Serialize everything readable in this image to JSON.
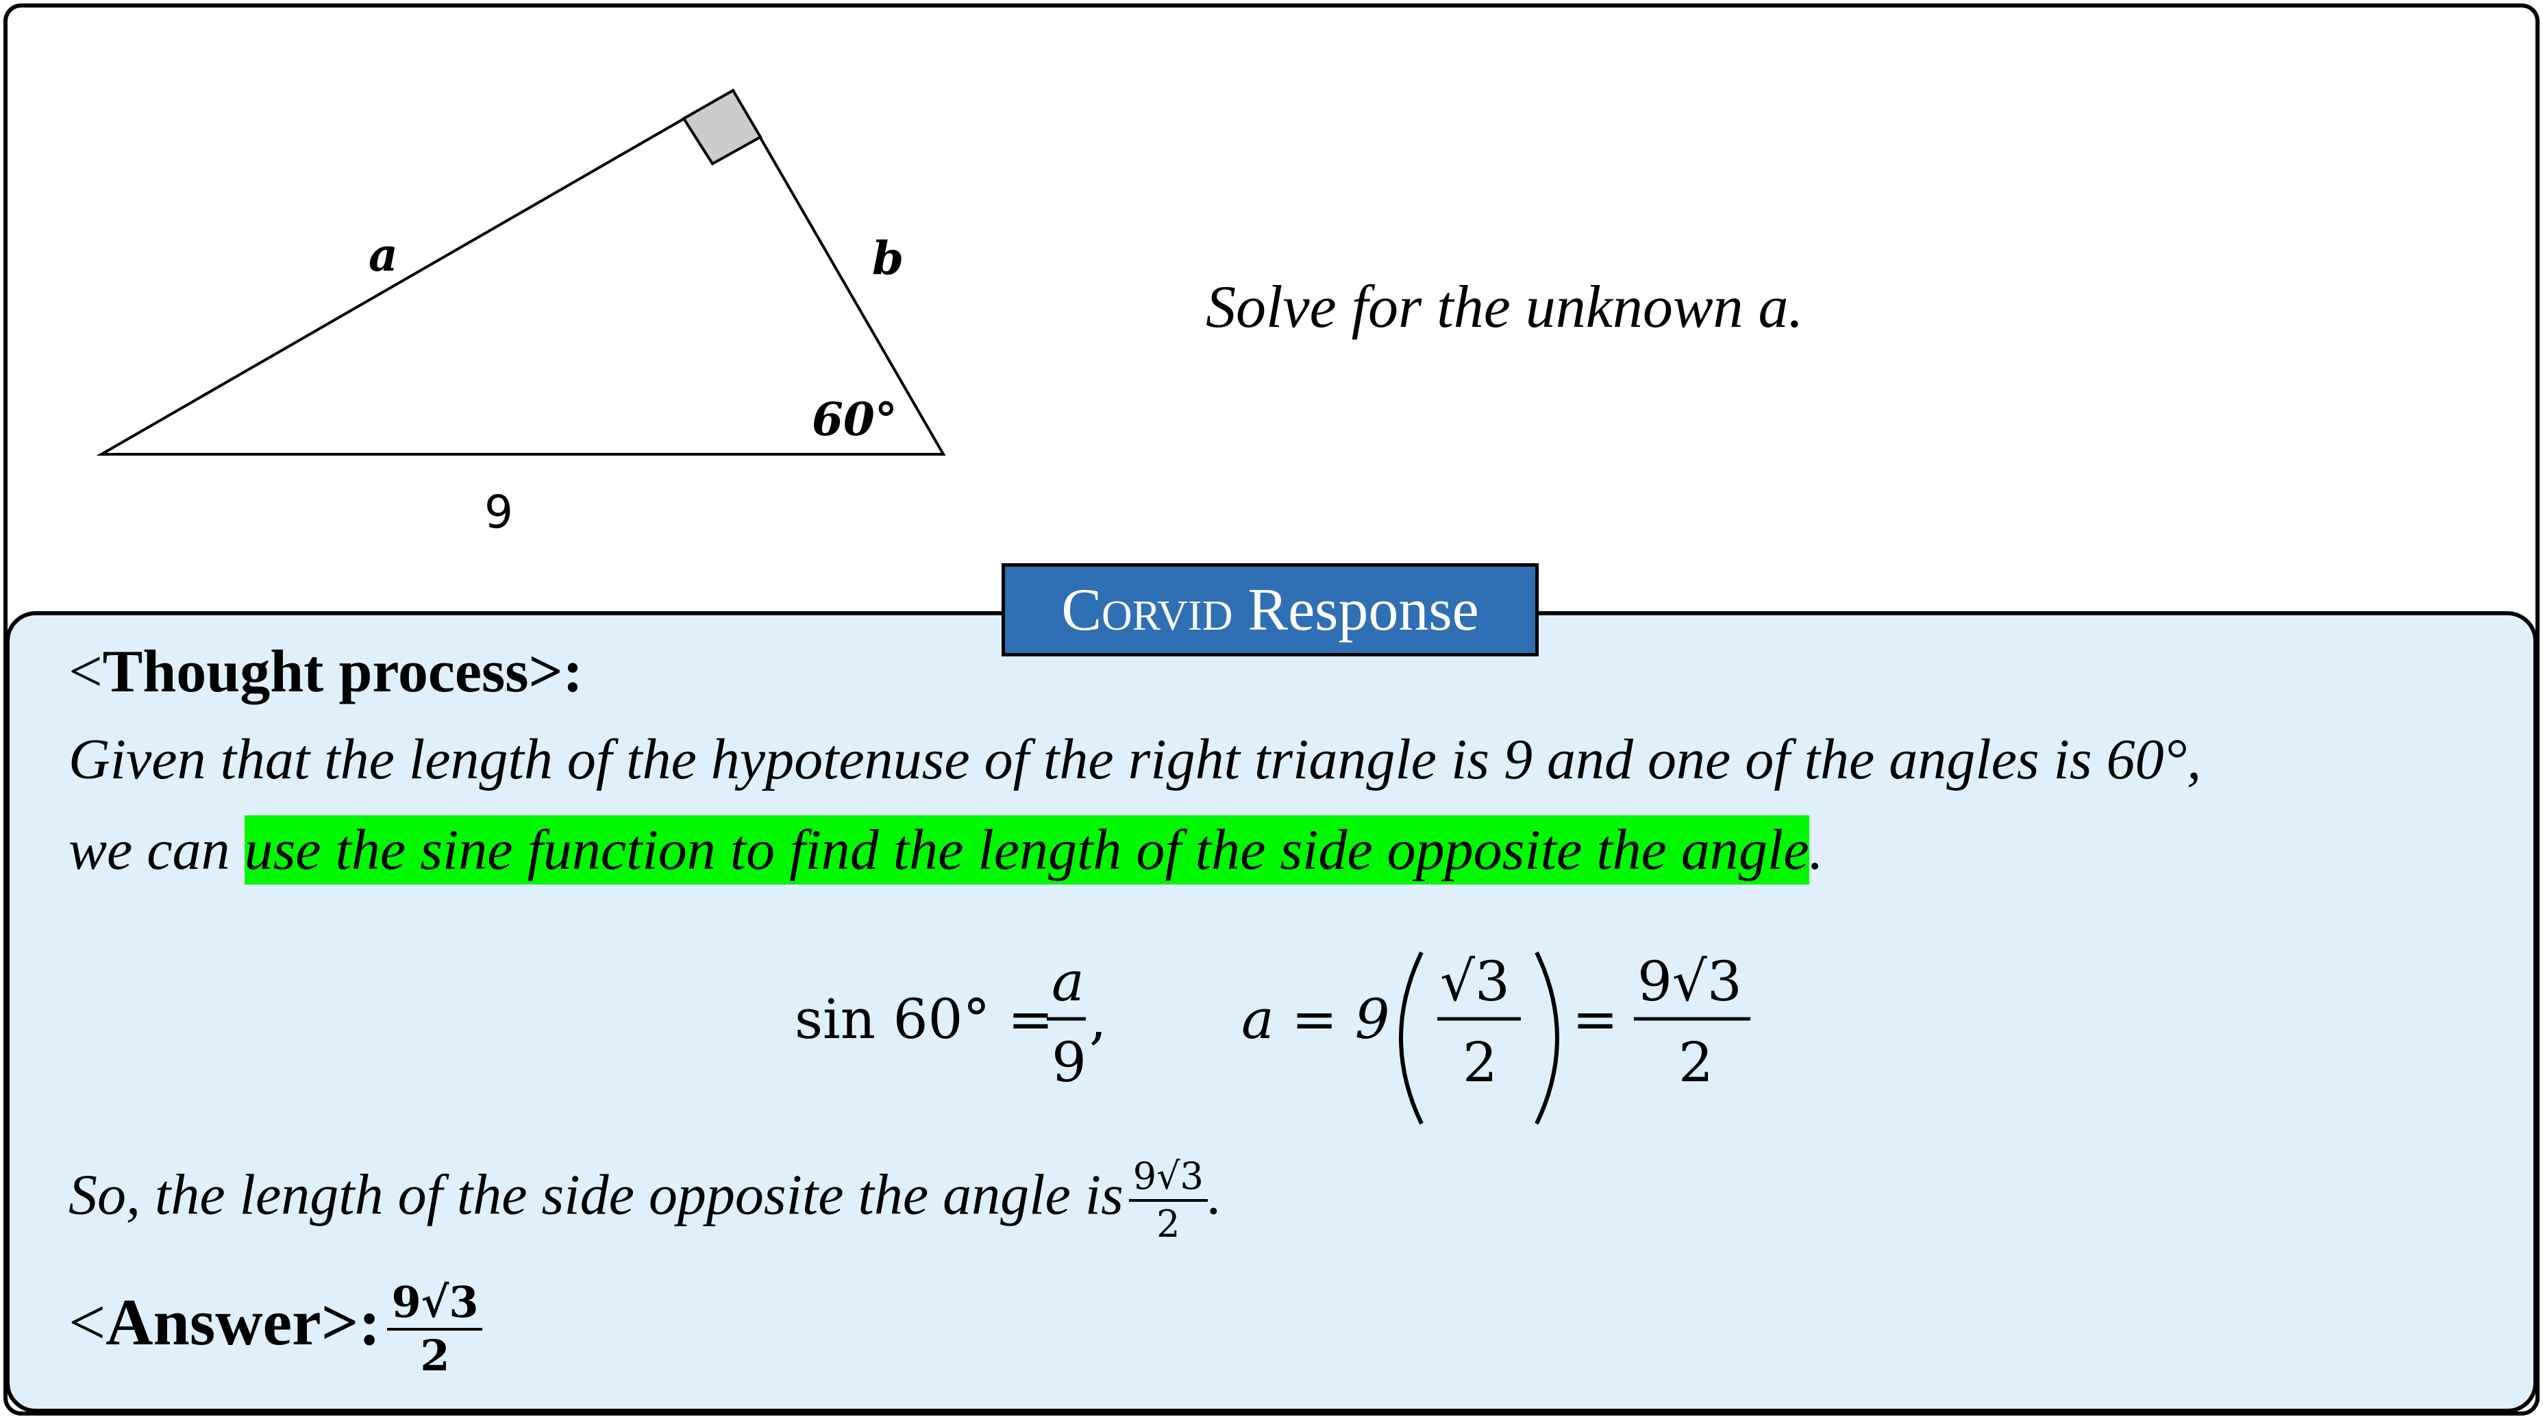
{
  "figure": {
    "side_a_label": "a",
    "side_b_label": "b",
    "angle_label": "60°",
    "base_label": "9"
  },
  "question": "Solve for the unknown a.",
  "response_tab": {
    "brand": "Corvid",
    "rest": " Response"
  },
  "thought": {
    "heading_open": "<",
    "heading_text": "Thought process",
    "heading_close": ">:",
    "para1": "Given that the length of the hypotenuse of the right triangle is 9 and one of the angles is 60°,",
    "para2_pre": "we can ",
    "para2_highlight": "use the sine function to find the length of the side opposite the angle",
    "para2_post": ".",
    "equation": {
      "lhs": "sin 60° =",
      "frac1_num": "a",
      "frac1_den": "9",
      "comma": ",",
      "a_eq": "a = 9",
      "frac2_num": "√3",
      "frac2_den": "2",
      "eq2": "=",
      "frac3_num": "9√3",
      "frac3_den": "2"
    },
    "conclusion_text": "So, the length of the side opposite the angle is",
    "conclusion_num": "9√3",
    "conclusion_den": "2",
    "conclusion_end": "."
  },
  "answer": {
    "open": "<",
    "label": "Answer",
    "close": ">:",
    "num": "9√3",
    "den": "2"
  }
}
